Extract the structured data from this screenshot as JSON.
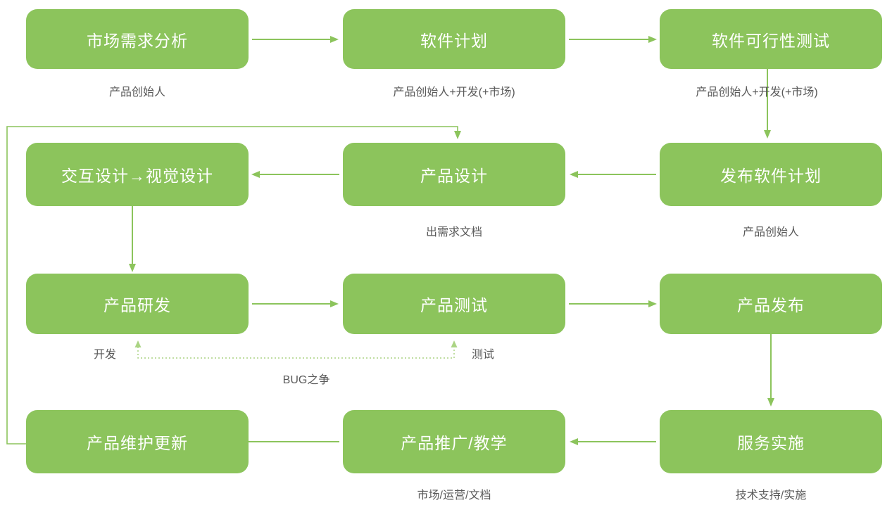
{
  "diagram": {
    "title_hint": "product development lifecycle flowchart",
    "colors": {
      "box_fill": "#8cc45c",
      "box_text": "#ffffff",
      "solid_line": "#8cc45c",
      "dashed_line": "#abd484",
      "sublabel_text": "#595959",
      "background": "#ffffff"
    },
    "nodes": {
      "market_analysis": {
        "label": "市场需求分析",
        "sublabel": "产品创始人"
      },
      "software_plan": {
        "label": "软件计划",
        "sublabel": "产品创始人+开发(+市场)"
      },
      "feasibility_test": {
        "label": "软件可行性测试",
        "sublabel": "产品创始人+开发(+市场)"
      },
      "interaction_design": {
        "label": "交互设计→视觉设计"
      },
      "product_design": {
        "label": "产品设计",
        "sublabel": "出需求文档"
      },
      "release_plan": {
        "label": "发布软件计划",
        "sublabel": "产品创始人"
      },
      "product_dev": {
        "label": "产品研发",
        "sublabel": "开发"
      },
      "product_test": {
        "label": "产品测试",
        "sublabel": "测试"
      },
      "product_release": {
        "label": "产品发布"
      },
      "maintenance": {
        "label": "产品维护更新"
      },
      "promotion": {
        "label": "产品推广/教学",
        "sublabel": "市场/运营/文档"
      },
      "service": {
        "label": "服务实施",
        "sublabel": "技术支持/实施"
      }
    },
    "annotations": {
      "bug_fight": "BUG之争"
    },
    "edges": [
      "市场需求分析→软件计划",
      "软件计划→软件可行性测试",
      "软件可行性测试→发布软件计划",
      "发布软件计划→产品设计",
      "产品设计→交互设计→视觉设计",
      "交互设计→视觉设计→产品研发",
      "产品研发→产品测试",
      "产品测试→产品发布",
      "产品发布→服务实施",
      "服务实施→产品推广/教学",
      "产品推广/教学—产品维护更新",
      "产品维护更新→产品设计 (loop)",
      "产品研发↔产品测试 (dashed BUG之争)"
    ]
  }
}
